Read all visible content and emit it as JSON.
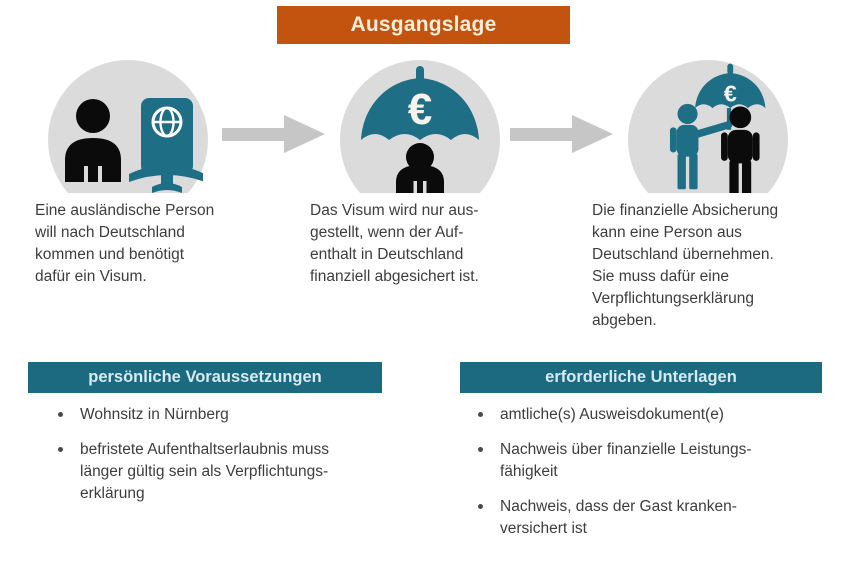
{
  "title": {
    "label": "Ausgangslage"
  },
  "colors": {
    "accent_orange": "#C3540F",
    "accent_teal": "#1B6A80",
    "icon_teal": "#1E6E86",
    "circle_gray": "#DBDBDB",
    "arrow_gray": "#C6C6C6",
    "body_text": "#3D3D3D",
    "banner_text": "#F6EEDA",
    "section_header_text": "#D9EBF2"
  },
  "steps": [
    {
      "icon": "traveler-with-passport-icon",
      "text": "Eine ausländische Person\nwill nach Deutschland\nkommen und benötigt\ndafür ein Visum."
    },
    {
      "icon": "euro-umbrella-over-person-icon",
      "text": "Das Visum wird nur aus-\ngestellt, wenn der Auf-\nenthalt in Deutschland\nfinanziell abgesichert ist."
    },
    {
      "icon": "sponsor-sheltering-person-icon",
      "text": "Die finanzielle Absicherung\nkann eine Person aus\nDeutschland übernehmen.\nSie muss dafür eine\nVerpflichtungserklärung\nabgeben."
    }
  ],
  "sections": [
    {
      "header": "persönliche Voraussetzungen",
      "items": [
        "Wohnsitz in Nürnberg",
        "befristete Aufenthaltserlaubnis muss\nlänger gültig sein als Verpflichtungs-\nerklärung"
      ]
    },
    {
      "header": "erforderliche Unterlagen",
      "items": [
        "amtliche(s) Ausweisdokument(e)",
        "Nachweis über finanzielle Leistungs-\nfähigkeit",
        "Nachweis, dass der Gast kranken-\nversichert ist"
      ]
    }
  ],
  "icons": {
    "euro_symbol": "€"
  }
}
